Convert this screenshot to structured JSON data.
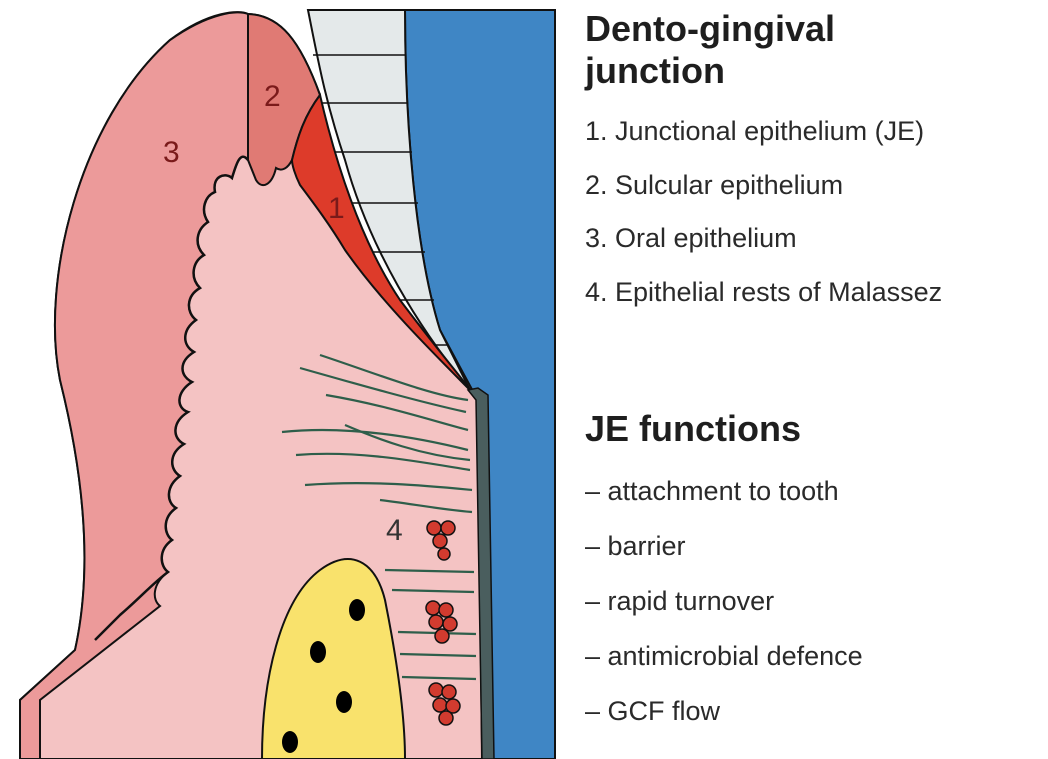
{
  "title": "Dento-gingival junction",
  "title_line1": "Dento-gingival",
  "title_line2": "junction",
  "legend": [
    "1. Junctional epithelium (JE)",
    "2. Sulcular epithelium",
    "3. Oral epithelium",
    "4. Epithelial rests of Malassez"
  ],
  "region_labels": {
    "je": "1",
    "sulcular": "2",
    "oral": "3",
    "malassez": "4"
  },
  "functions_title": "JE functions",
  "functions": [
    "– attachment to tooth",
    "– barrier",
    "– rapid turnover",
    "– antimicrobial defence",
    "– GCF flow"
  ],
  "colors": {
    "gingiva": "#f4c3c3",
    "oral_epithelium": "#ec9a9a",
    "sulcular_epithelium": "#e07a74",
    "junctional_epithelium": "#dd3b2a",
    "enamel": "#e4e9ea",
    "tooth": "#3f86c5",
    "cementum": "#4a5e5e",
    "bone": "#f9e26c",
    "fibers": "#2e5e4a",
    "malassez_rests": "#d23b2f"
  }
}
